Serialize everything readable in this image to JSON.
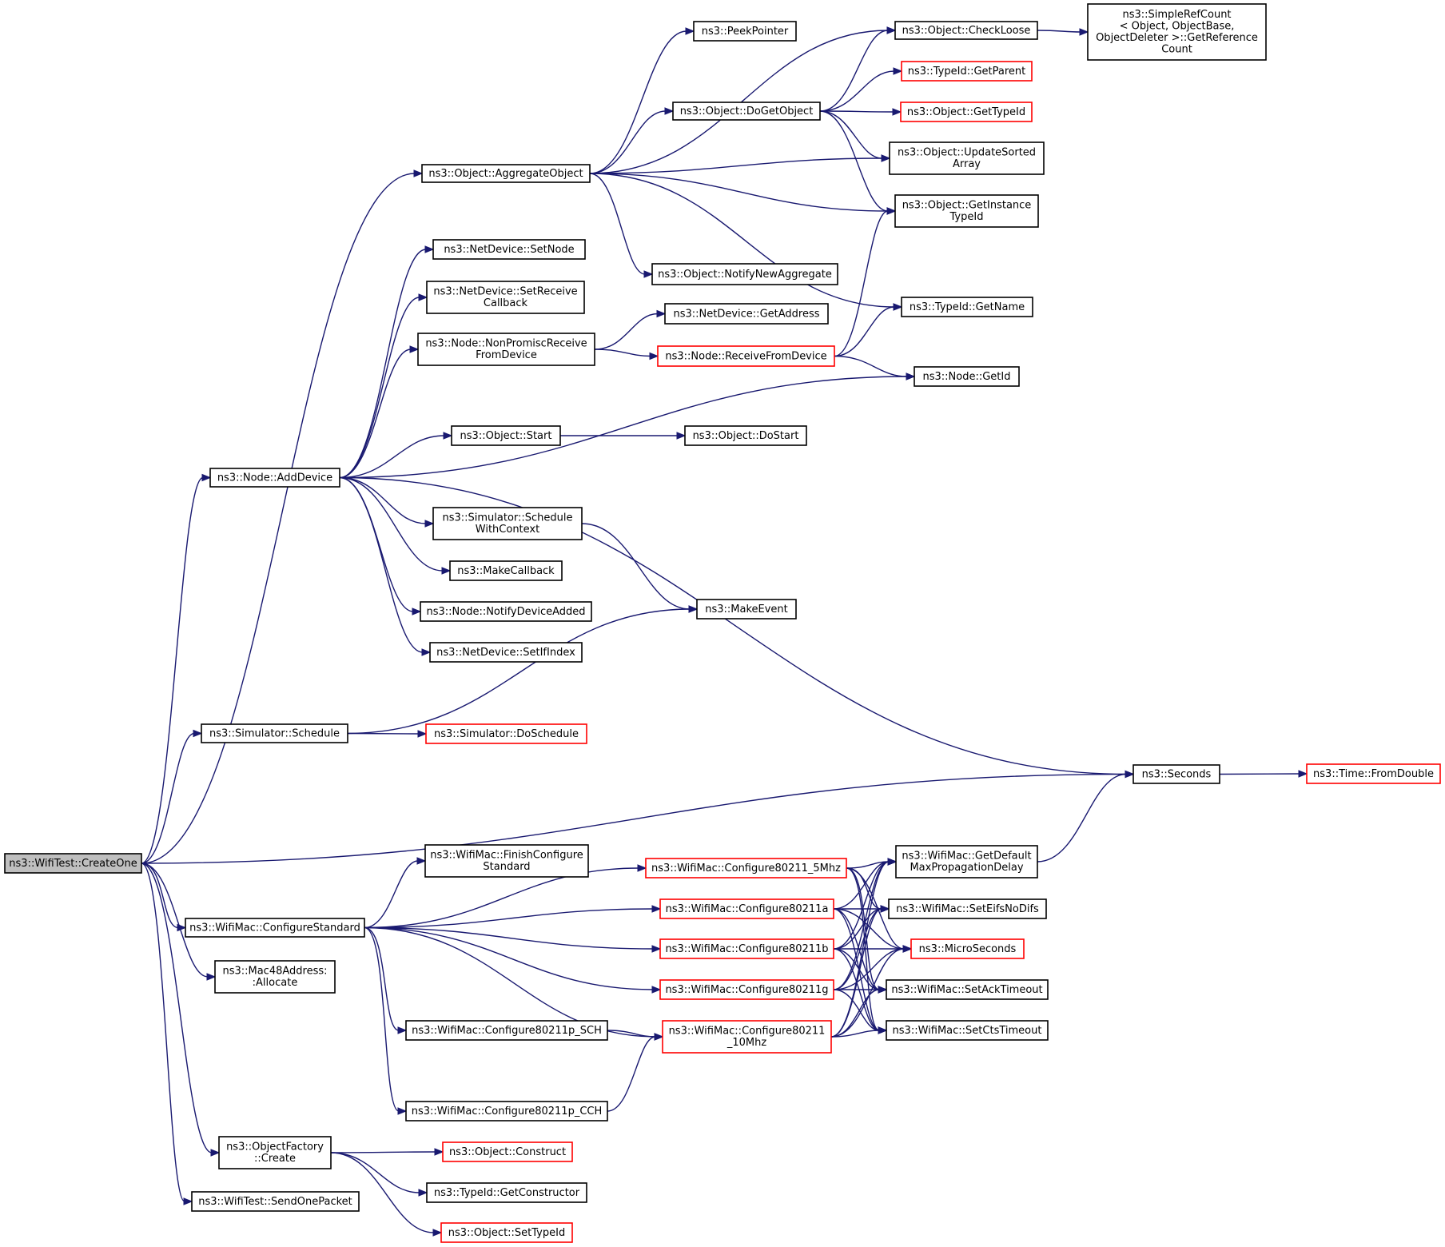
{
  "colors": {
    "edge": "#191970",
    "node_border": "#000000",
    "truncated_border": "#ff0000",
    "root_fill": "#bfbfbf",
    "node_fill": "#ffffff"
  },
  "nodes": [
    {
      "id": "createone",
      "lines": [
        "ns3::WifiTest::CreateOne"
      ],
      "style": "root"
    },
    {
      "id": "aggregate",
      "lines": [
        "ns3::Object::AggregateObject"
      ],
      "style": "normal"
    },
    {
      "id": "peekpointer",
      "lines": [
        "ns3::PeekPointer"
      ],
      "style": "normal"
    },
    {
      "id": "checkloose",
      "lines": [
        "ns3::Object::CheckLoose"
      ],
      "style": "normal"
    },
    {
      "id": "simplerefcount",
      "lines": [
        "ns3::SimpleRefCount",
        "< Object, ObjectBase,",
        "ObjectDeleter >::GetReference",
        "Count"
      ],
      "style": "normal"
    },
    {
      "id": "getparent",
      "lines": [
        "ns3::TypeId::GetParent"
      ],
      "style": "truncated"
    },
    {
      "id": "dogetobject",
      "lines": [
        "ns3::Object::DoGetObject"
      ],
      "style": "normal"
    },
    {
      "id": "gettypeid",
      "lines": [
        "ns3::Object::GetTypeId"
      ],
      "style": "truncated"
    },
    {
      "id": "updatesorted",
      "lines": [
        "ns3::Object::UpdateSorted",
        "Array"
      ],
      "style": "normal"
    },
    {
      "id": "getinstance",
      "lines": [
        "ns3::Object::GetInstance",
        "TypeId"
      ],
      "style": "normal"
    },
    {
      "id": "setnode",
      "lines": [
        "ns3::NetDevice::SetNode"
      ],
      "style": "normal"
    },
    {
      "id": "notifynewagg",
      "lines": [
        "ns3::Object::NotifyNewAggregate"
      ],
      "style": "normal"
    },
    {
      "id": "setreceivecb",
      "lines": [
        "ns3::NetDevice::SetReceive",
        "Callback"
      ],
      "style": "normal"
    },
    {
      "id": "getname",
      "lines": [
        "ns3::TypeId::GetName"
      ],
      "style": "normal"
    },
    {
      "id": "getaddress",
      "lines": [
        "ns3::NetDevice::GetAddress"
      ],
      "style": "normal"
    },
    {
      "id": "nonpromisc",
      "lines": [
        "ns3::Node::NonPromiscReceive",
        "FromDevice"
      ],
      "style": "normal"
    },
    {
      "id": "receivefromdevice",
      "lines": [
        "ns3::Node::ReceiveFromDevice"
      ],
      "style": "truncated"
    },
    {
      "id": "getid",
      "lines": [
        "ns3::Node::GetId"
      ],
      "style": "normal"
    },
    {
      "id": "objstart",
      "lines": [
        "ns3::Object::Start"
      ],
      "style": "normal"
    },
    {
      "id": "dostart",
      "lines": [
        "ns3::Object::DoStart"
      ],
      "style": "normal"
    },
    {
      "id": "adddevice",
      "lines": [
        "ns3::Node::AddDevice"
      ],
      "style": "normal"
    },
    {
      "id": "schedwithctx",
      "lines": [
        "ns3::Simulator::Schedule",
        "WithContext"
      ],
      "style": "normal"
    },
    {
      "id": "makecallback",
      "lines": [
        "ns3::MakeCallback"
      ],
      "style": "normal"
    },
    {
      "id": "makeevent",
      "lines": [
        "ns3::MakeEvent"
      ],
      "style": "normal"
    },
    {
      "id": "notifydeviceadded",
      "lines": [
        "ns3::Node::NotifyDeviceAdded"
      ],
      "style": "normal"
    },
    {
      "id": "setifindex",
      "lines": [
        "ns3::NetDevice::SetIfIndex"
      ],
      "style": "normal"
    },
    {
      "id": "schedule",
      "lines": [
        "ns3::Simulator::Schedule"
      ],
      "style": "normal"
    },
    {
      "id": "doschedule",
      "lines": [
        "ns3::Simulator::DoSchedule"
      ],
      "style": "truncated"
    },
    {
      "id": "seconds",
      "lines": [
        "ns3::Seconds"
      ],
      "style": "normal"
    },
    {
      "id": "fromdouble",
      "lines": [
        "ns3::Time::FromDouble"
      ],
      "style": "truncated"
    },
    {
      "id": "finishconf",
      "lines": [
        "ns3::WifiMac::FinishConfigure",
        "Standard"
      ],
      "style": "normal"
    },
    {
      "id": "conf5mhz",
      "lines": [
        "ns3::WifiMac::Configure80211_5Mhz"
      ],
      "style": "truncated"
    },
    {
      "id": "getdefaultmax",
      "lines": [
        "ns3::WifiMac::GetDefault",
        "MaxPropagationDelay"
      ],
      "style": "normal"
    },
    {
      "id": "confstandard",
      "lines": [
        "ns3::WifiMac::ConfigureStandard"
      ],
      "style": "normal"
    },
    {
      "id": "conf80211a",
      "lines": [
        "ns3::WifiMac::Configure80211a"
      ],
      "style": "truncated"
    },
    {
      "id": "seteifs",
      "lines": [
        "ns3::WifiMac::SetEifsNoDifs"
      ],
      "style": "normal"
    },
    {
      "id": "conf80211b",
      "lines": [
        "ns3::WifiMac::Configure80211b"
      ],
      "style": "truncated"
    },
    {
      "id": "microseconds",
      "lines": [
        "ns3::MicroSeconds"
      ],
      "style": "truncated"
    },
    {
      "id": "mac48",
      "lines": [
        "ns3::Mac48Address:",
        ":Allocate"
      ],
      "style": "normal"
    },
    {
      "id": "conf80211g",
      "lines": [
        "ns3::WifiMac::Configure80211g"
      ],
      "style": "truncated"
    },
    {
      "id": "setacktimeout",
      "lines": [
        "ns3::WifiMac::SetAckTimeout"
      ],
      "style": "normal"
    },
    {
      "id": "confpsch",
      "lines": [
        "ns3::WifiMac::Configure80211p_SCH"
      ],
      "style": "normal"
    },
    {
      "id": "conf10mhz",
      "lines": [
        "ns3::WifiMac::Configure80211",
        "_10Mhz"
      ],
      "style": "truncated"
    },
    {
      "id": "setctstimeout",
      "lines": [
        "ns3::WifiMac::SetCtsTimeout"
      ],
      "style": "normal"
    },
    {
      "id": "confpcch",
      "lines": [
        "ns3::WifiMac::Configure80211p_CCH"
      ],
      "style": "normal"
    },
    {
      "id": "objfactory",
      "lines": [
        "ns3::ObjectFactory",
        "::Create"
      ],
      "style": "normal"
    },
    {
      "id": "construct",
      "lines": [
        "ns3::Object::Construct"
      ],
      "style": "truncated"
    },
    {
      "id": "getconstructor",
      "lines": [
        "ns3::TypeId::GetConstructor"
      ],
      "style": "normal"
    },
    {
      "id": "sendonepacket",
      "lines": [
        "ns3::WifiTest::SendOnePacket"
      ],
      "style": "normal"
    },
    {
      "id": "settypeid",
      "lines": [
        "ns3::Object::SetTypeId"
      ],
      "style": "truncated"
    }
  ],
  "edges": [
    [
      "createone",
      "aggregate"
    ],
    [
      "createone",
      "adddevice"
    ],
    [
      "createone",
      "schedule"
    ],
    [
      "createone",
      "seconds"
    ],
    [
      "createone",
      "confstandard"
    ],
    [
      "createone",
      "mac48"
    ],
    [
      "createone",
      "objfactory"
    ],
    [
      "createone",
      "sendonepacket"
    ],
    [
      "aggregate",
      "peekpointer"
    ],
    [
      "aggregate",
      "checkloose"
    ],
    [
      "aggregate",
      "dogetobject"
    ],
    [
      "aggregate",
      "updatesorted"
    ],
    [
      "aggregate",
      "getinstance"
    ],
    [
      "aggregate",
      "notifynewagg"
    ],
    [
      "aggregate",
      "getname"
    ],
    [
      "checkloose",
      "simplerefcount"
    ],
    [
      "dogetobject",
      "checkloose"
    ],
    [
      "dogetobject",
      "getparent"
    ],
    [
      "dogetobject",
      "gettypeid"
    ],
    [
      "dogetobject",
      "updatesorted"
    ],
    [
      "dogetobject",
      "getinstance"
    ],
    [
      "adddevice",
      "setnode"
    ],
    [
      "adddevice",
      "setreceivecb"
    ],
    [
      "adddevice",
      "nonpromisc"
    ],
    [
      "adddevice",
      "getid"
    ],
    [
      "adddevice",
      "objstart"
    ],
    [
      "adddevice",
      "seconds"
    ],
    [
      "adddevice",
      "schedwithctx"
    ],
    [
      "adddevice",
      "makecallback"
    ],
    [
      "adddevice",
      "notifydeviceadded"
    ],
    [
      "adddevice",
      "setifindex"
    ],
    [
      "nonpromisc",
      "getaddress"
    ],
    [
      "nonpromisc",
      "receivefromdevice"
    ],
    [
      "receivefromdevice",
      "getinstance"
    ],
    [
      "receivefromdevice",
      "getname"
    ],
    [
      "receivefromdevice",
      "getid"
    ],
    [
      "objstart",
      "dostart"
    ],
    [
      "schedwithctx",
      "makeevent"
    ],
    [
      "schedule",
      "makeevent"
    ],
    [
      "schedule",
      "doschedule"
    ],
    [
      "seconds",
      "fromdouble"
    ],
    [
      "getdefaultmax",
      "seconds"
    ],
    [
      "confstandard",
      "finishconf"
    ],
    [
      "confstandard",
      "conf5mhz"
    ],
    [
      "confstandard",
      "conf80211a"
    ],
    [
      "confstandard",
      "conf80211b"
    ],
    [
      "confstandard",
      "conf80211g"
    ],
    [
      "confstandard",
      "confpsch"
    ],
    [
      "confstandard",
      "conf10mhz"
    ],
    [
      "confstandard",
      "confpcch"
    ],
    [
      "conf5mhz",
      "getdefaultmax"
    ],
    [
      "conf5mhz",
      "seteifs"
    ],
    [
      "conf5mhz",
      "microseconds"
    ],
    [
      "conf5mhz",
      "setacktimeout"
    ],
    [
      "conf5mhz",
      "setctstimeout"
    ],
    [
      "conf80211a",
      "getdefaultmax"
    ],
    [
      "conf80211a",
      "seteifs"
    ],
    [
      "conf80211a",
      "microseconds"
    ],
    [
      "conf80211a",
      "setacktimeout"
    ],
    [
      "conf80211a",
      "setctstimeout"
    ],
    [
      "conf80211b",
      "getdefaultmax"
    ],
    [
      "conf80211b",
      "seteifs"
    ],
    [
      "conf80211b",
      "microseconds"
    ],
    [
      "conf80211b",
      "setacktimeout"
    ],
    [
      "conf80211b",
      "setctstimeout"
    ],
    [
      "conf80211g",
      "getdefaultmax"
    ],
    [
      "conf80211g",
      "seteifs"
    ],
    [
      "conf80211g",
      "microseconds"
    ],
    [
      "conf80211g",
      "setacktimeout"
    ],
    [
      "conf80211g",
      "setctstimeout"
    ],
    [
      "confpsch",
      "conf10mhz"
    ],
    [
      "confpcch",
      "conf10mhz"
    ],
    [
      "conf10mhz",
      "getdefaultmax"
    ],
    [
      "conf10mhz",
      "seteifs"
    ],
    [
      "conf10mhz",
      "microseconds"
    ],
    [
      "conf10mhz",
      "setacktimeout"
    ],
    [
      "conf10mhz",
      "setctstimeout"
    ],
    [
      "objfactory",
      "construct"
    ],
    [
      "objfactory",
      "getconstructor"
    ],
    [
      "objfactory",
      "settypeid"
    ]
  ]
}
